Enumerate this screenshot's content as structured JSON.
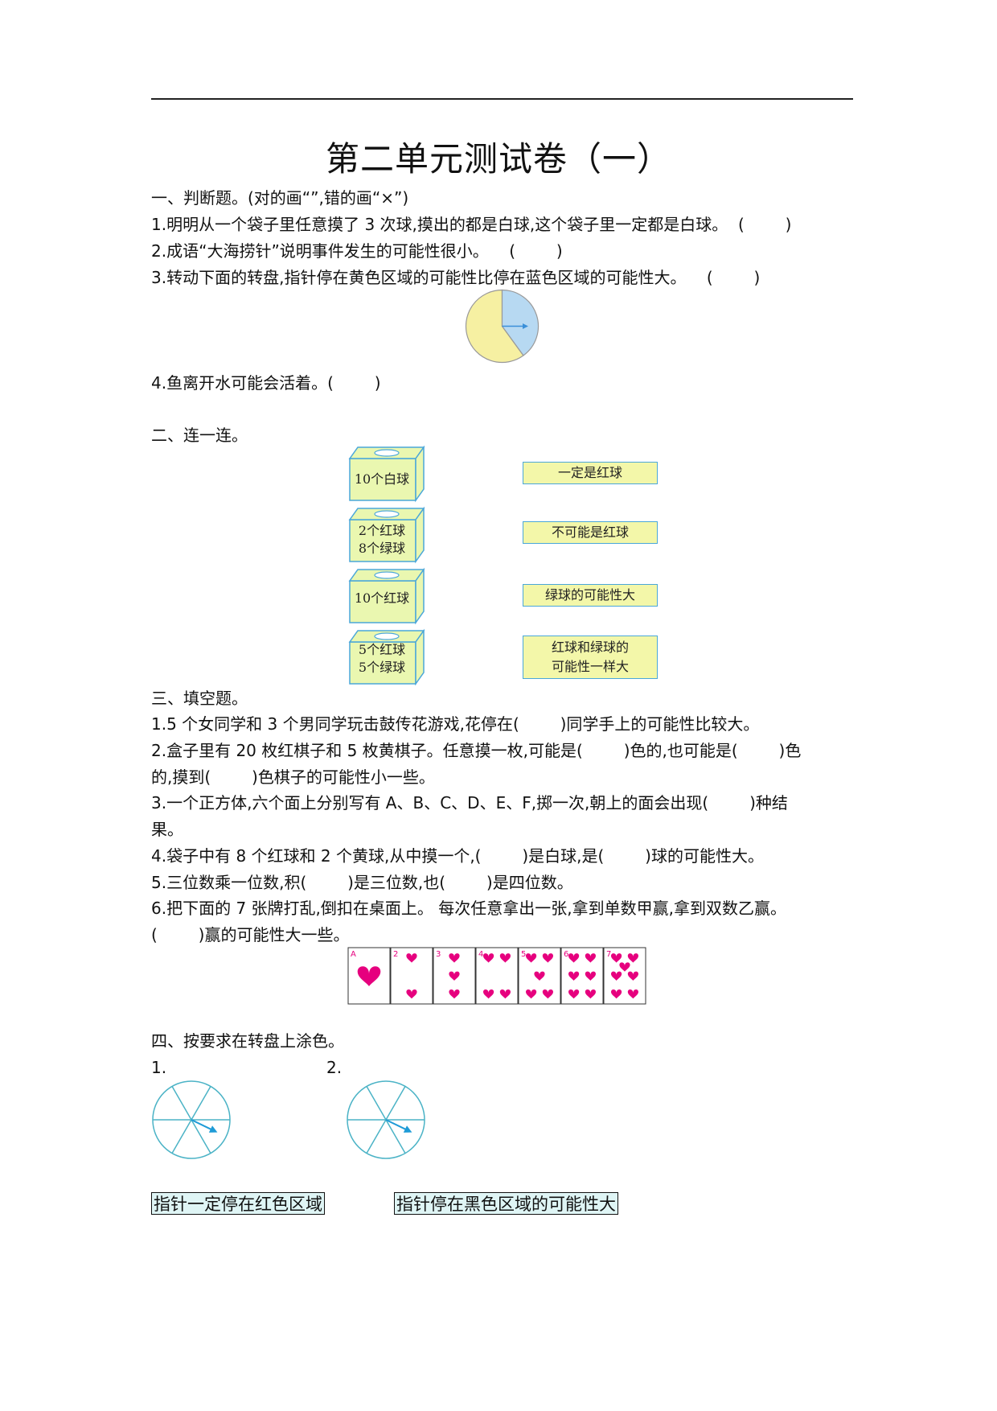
{
  "title": "第二单元测试卷（一）",
  "section1": {
    "heading": "一、判断题。(对的画“”,错的画“×”)",
    "items": [
      {
        "text": "1.明明从一个袋子里任意摸了 3 次球,摸出的都是白球,这个袋子里一定都是白球。",
        "blank": "(        )"
      },
      {
        "text": "2.成语“大海捞针”说明事件发生的可能性很小。",
        "blank": "(        )"
      },
      {
        "text": "3.转动下面的转盘,指针停在黄色区域的可能性比停在蓝色区域的可能性大。",
        "blank": "(        )"
      },
      {
        "text": "4.鱼离开水可能会活着。",
        "blank": "(        )"
      }
    ],
    "spinner": {
      "yellow_fraction": 0.6,
      "blue_fraction": 0.4,
      "yellow_color": "#f6f0a2",
      "blue_color": "#b7d9f2",
      "arrow_color": "#3a8fd8"
    }
  },
  "section2": {
    "heading": "二、连一连。",
    "boxes": [
      {
        "line1": "10个白球",
        "line2": ""
      },
      {
        "line1": "2个红球",
        "line2": "8个绿球"
      },
      {
        "line1": "10个红球",
        "line2": ""
      },
      {
        "line1": "5个红球",
        "line2": "5个绿球"
      }
    ],
    "targets": [
      {
        "line1": "一定是红球",
        "line2": ""
      },
      {
        "line1": "不可能是红球",
        "line2": ""
      },
      {
        "line1": "绿球的可能性大",
        "line2": ""
      },
      {
        "line1": "红球和绿球的",
        "line2": "可能性一样大"
      }
    ],
    "box_color": "#eaf7b0",
    "target_color": "#f3f7a9"
  },
  "section3": {
    "heading": "三、填空题。",
    "lines": [
      "1.5 个女同学和 3 个男同学玩击鼓传花游戏,花停在(        )同学手上的可能性比较大。",
      "2.盒子里有 20 枚红棋子和 5 枚黄棋子。任意摸一枚,可能是(        )色的,也可能是(        )色",
      "的,摸到(        )色棋子的可能性小一些。",
      "3.一个正方体,六个面上分别写有 A、B、C、D、E、F,掷一次,朝上的面会出现(        )种结",
      "果。",
      "4.袋子中有 8 个红球和 2 个黄球,从中摸一个,(        )是白球,是(        )球的可能性大。",
      "5.三位数乘一位数,积(        )是三位数,也(        )是四位数。",
      "6.把下面的 7 张牌打乱,倒扣在桌面上。 每次任意拿出一张,拿到单数甲赢,拿到双数乙赢。",
      "(        )赢的可能性大一些。"
    ],
    "cards": [
      {
        "rank": "A",
        "value": 1
      },
      {
        "rank": "2",
        "value": 2
      },
      {
        "rank": "3",
        "value": 3
      },
      {
        "rank": "4",
        "value": 4
      },
      {
        "rank": "5",
        "value": 5
      },
      {
        "rank": "6",
        "value": 6
      },
      {
        "rank": "7",
        "value": 7
      }
    ],
    "heart_color": "#e6007e"
  },
  "section4": {
    "heading": "四、按要求在转盘上涂色。",
    "labels": [
      "1.",
      "2."
    ],
    "tasks": [
      "指针一定停在红色区域",
      "指针停在黑色区域的可能性大"
    ],
    "spinner_sectors": 6,
    "line_color": "#4bb3c6",
    "arrow_color": "#1e9bd7"
  }
}
